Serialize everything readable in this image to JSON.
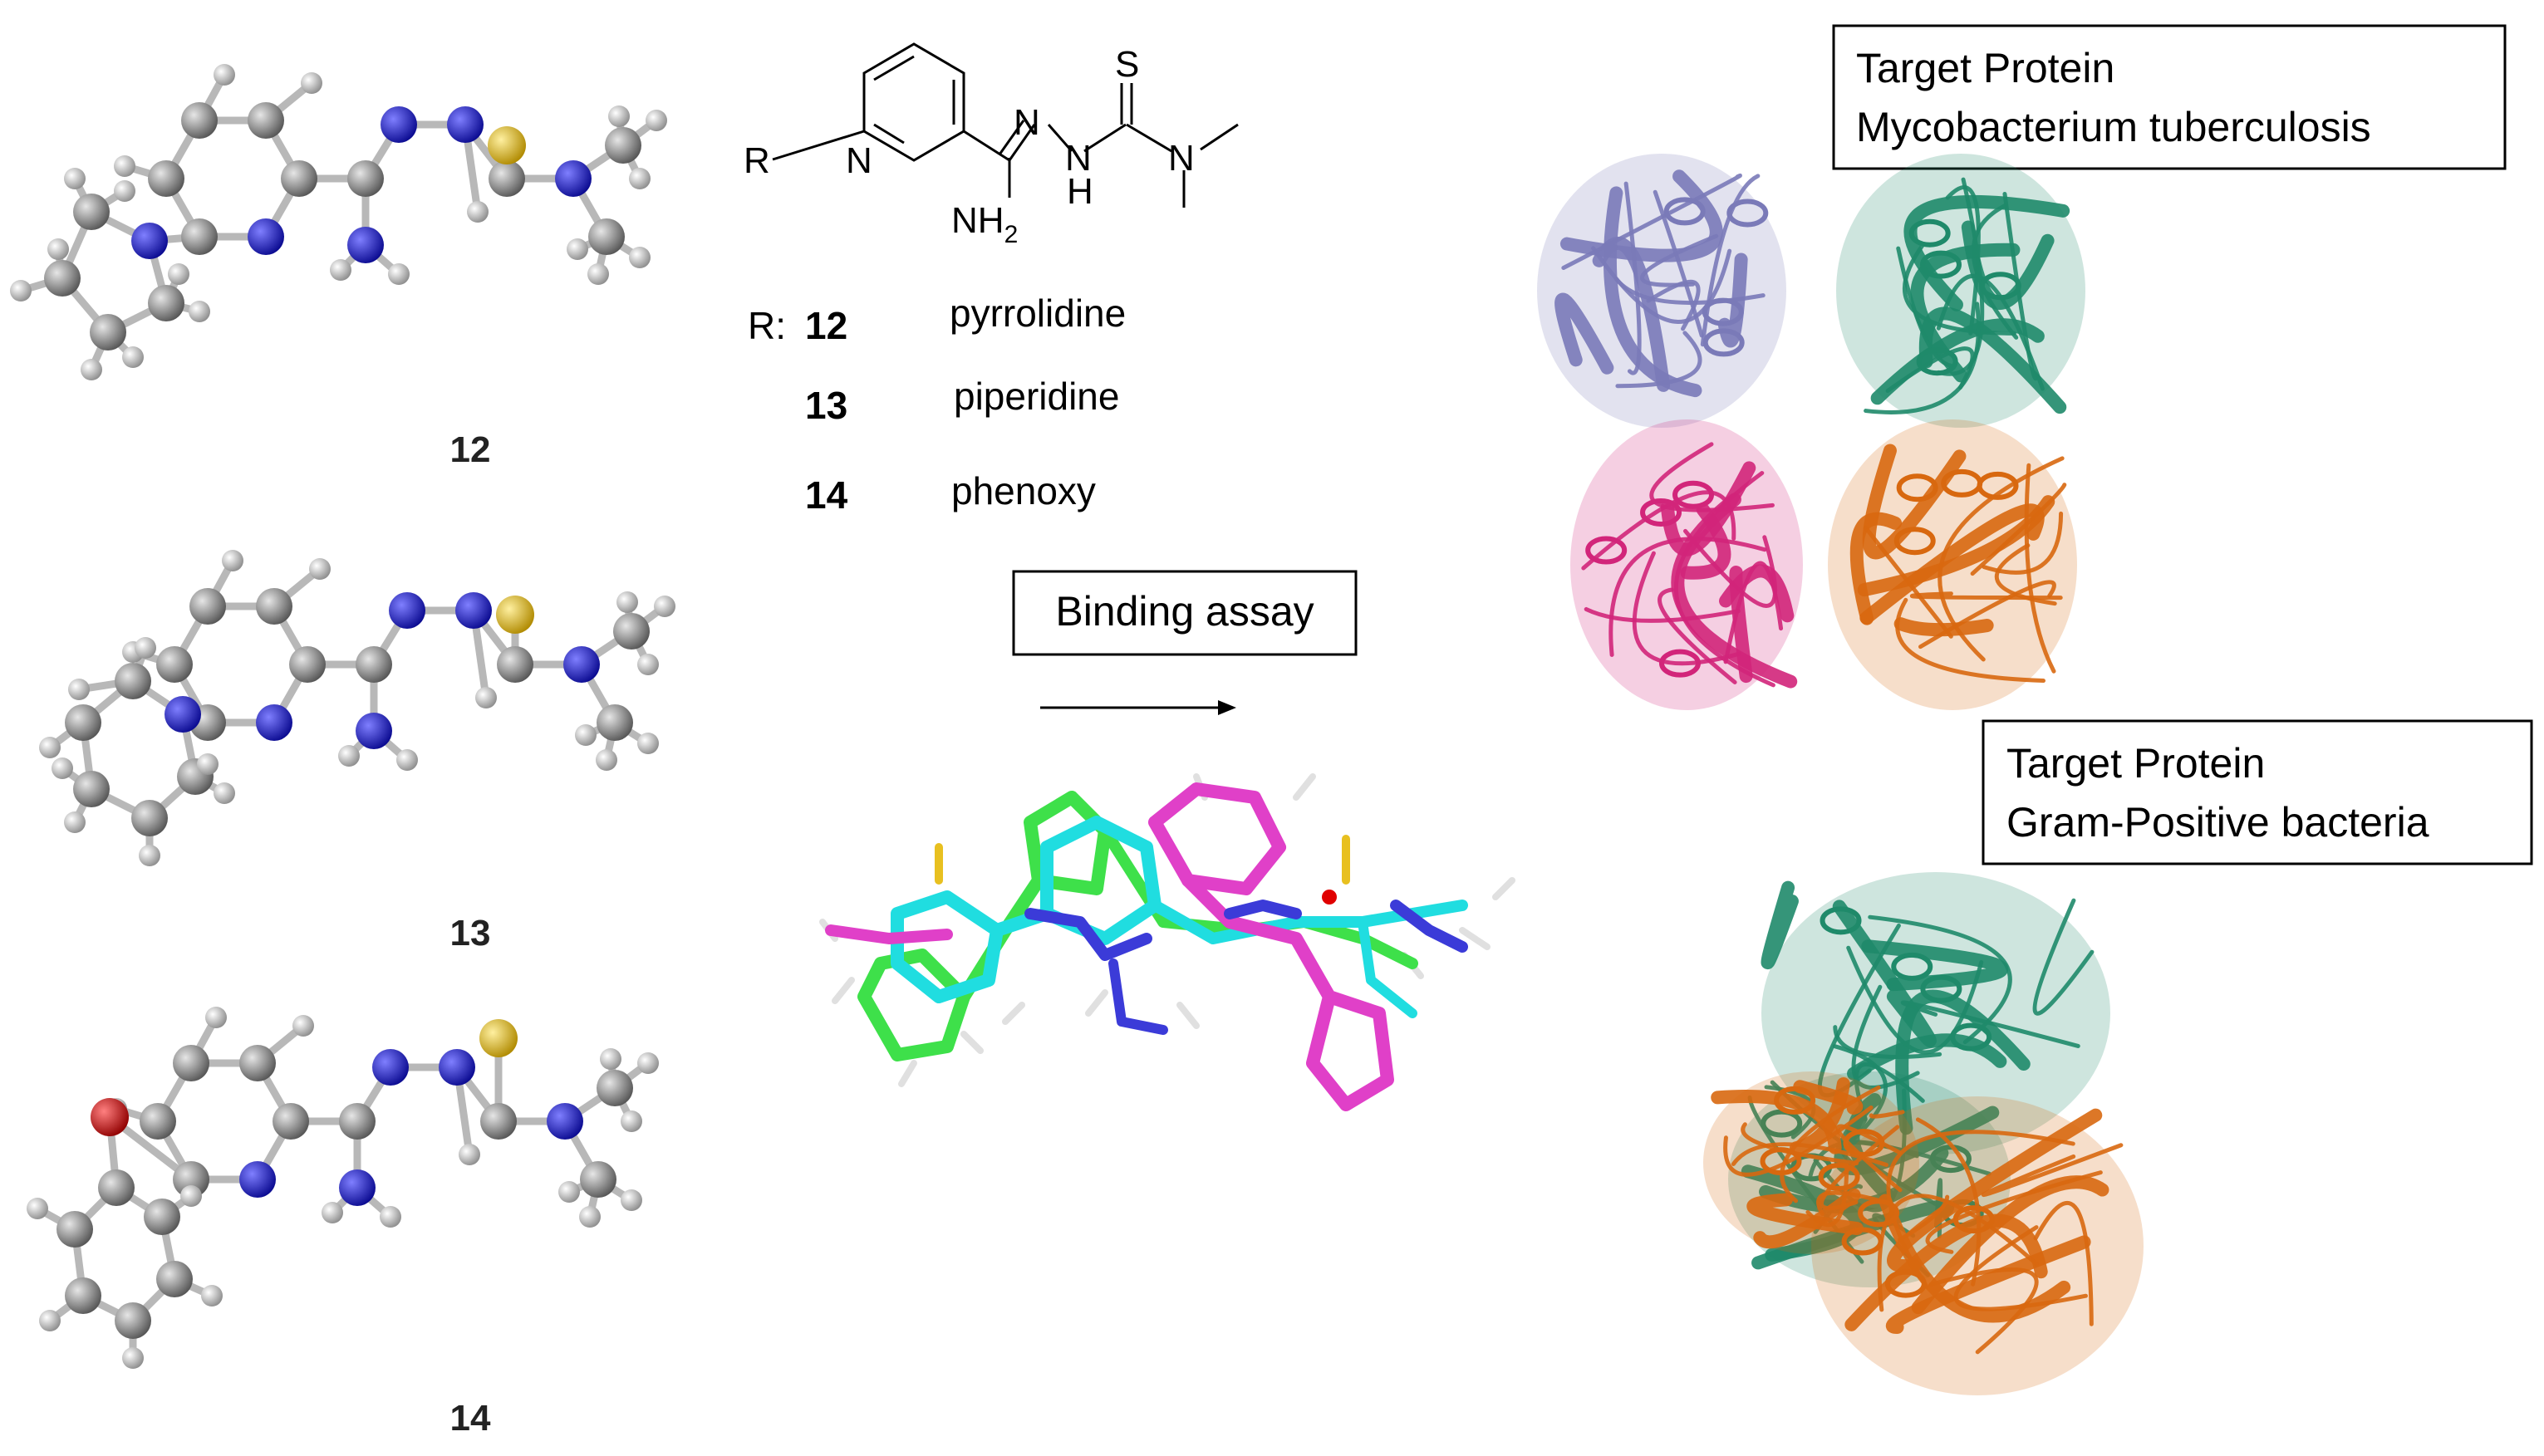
{
  "compounds": [
    {
      "label": "12",
      "substituent": "pyrrolidine"
    },
    {
      "label": "13",
      "substituent": "piperidine"
    },
    {
      "label": "14",
      "substituent": "phenoxy"
    }
  ],
  "scaffold": {
    "r_group": "R",
    "n_ring": "N",
    "n_hydrazone_1": "N",
    "n_hydrazone_2": "N",
    "h_nh": "H",
    "s_atom": "S",
    "n_dimethyl": "N",
    "nh2": "NH",
    "nh2_sub": "2"
  },
  "r_prefix": "R:",
  "binding_assay": "Binding assay",
  "target_mtb": {
    "line1": "Target Protein",
    "line2": "Mycobacterium tuberculosis"
  },
  "target_gram": {
    "line1": "Target Protein",
    "line2": "Gram-Positive bacteria"
  },
  "colors": {
    "carbon": "#8a8a8a",
    "nitrogen": "#1a1ad6",
    "oxygen": "#e00000",
    "sulfur": "#e8c020",
    "hydrogen": "#dcdcdc",
    "ligand_green": "#3ee04a",
    "ligand_cyan": "#20dde0",
    "ligand_magenta": "#e040c8",
    "ligand_blue": "#3b3bd8",
    "protein_purple": "#7a7ab8",
    "protein_teal": "#1f8a6a",
    "protein_pink": "#d2257a",
    "protein_orange": "#d8680f"
  }
}
